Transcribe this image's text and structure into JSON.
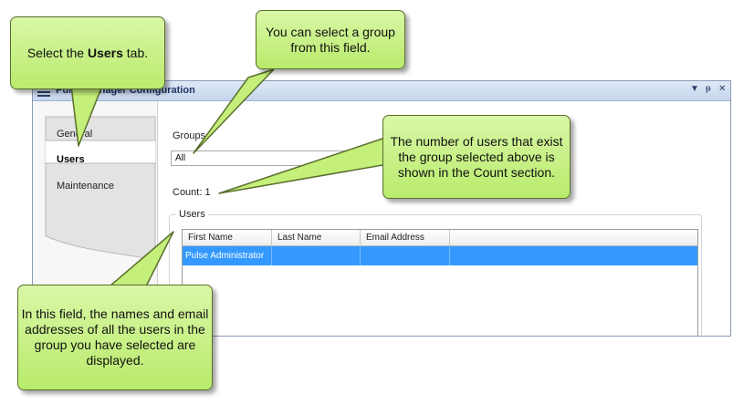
{
  "window": {
    "title": "Pulse Manager Configuration",
    "controls": {
      "dropdown": "▼",
      "pin": "ᵽ",
      "close": "✕"
    }
  },
  "nav": {
    "items": [
      {
        "label": "General"
      },
      {
        "label": "Users"
      },
      {
        "label": "Maintenance"
      }
    ]
  },
  "groups": {
    "label": "Groups",
    "selected": "All"
  },
  "count": {
    "text": "Count: 1"
  },
  "users": {
    "legend": "Users",
    "columns": [
      "First Name",
      "Last Name",
      "Email Address"
    ],
    "rows": [
      {
        "first_name": "Pulse Administrator",
        "last_name": "",
        "email": ""
      }
    ]
  },
  "callouts": {
    "users_tab": {
      "before": "Select the ",
      "bold": "Users",
      "after": " tab."
    },
    "group": "You can select a group from this field.",
    "count": "The number of users that exist the group selected above is shown in the Count section.",
    "field": "In this field, the names and email addresses of all the users in the group you have selected are displayed."
  },
  "colors": {
    "callout_fill": "#c9f283",
    "selection": "#3399ff",
    "title_bar": "#d4e0f2"
  }
}
